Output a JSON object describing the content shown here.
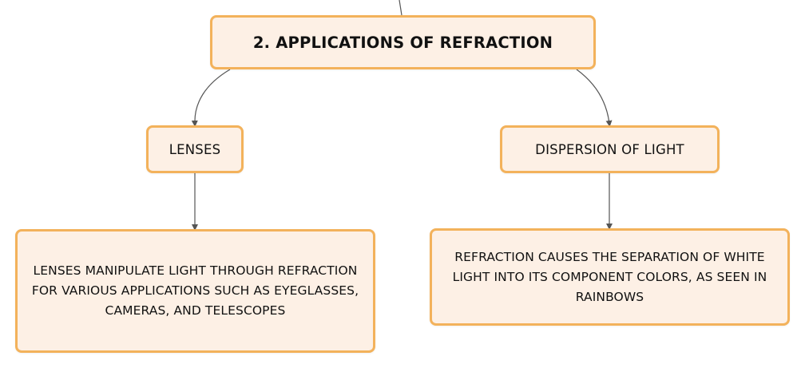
{
  "root": {
    "label": "2. APPLICATIONS OF REFRACTION"
  },
  "branches": [
    {
      "label": "LENSES",
      "detail": "LENSES MANIPULATE LIGHT THROUGH REFRACTION FOR VARIOUS APPLICATIONS SUCH AS EYEGLASSES, CAMERAS, AND TELESCOPES"
    },
    {
      "label": "DISPERSION OF LIGHT",
      "detail": "REFRACTION CAUSES THE SEPARATION OF WHITE LIGHT INTO ITS COMPONENT COLORS, AS SEEN IN RAINBOWS"
    }
  ],
  "colors": {
    "node_fill": "#fdf0e5",
    "node_border": "#f3b25b",
    "connector": "#555555"
  }
}
